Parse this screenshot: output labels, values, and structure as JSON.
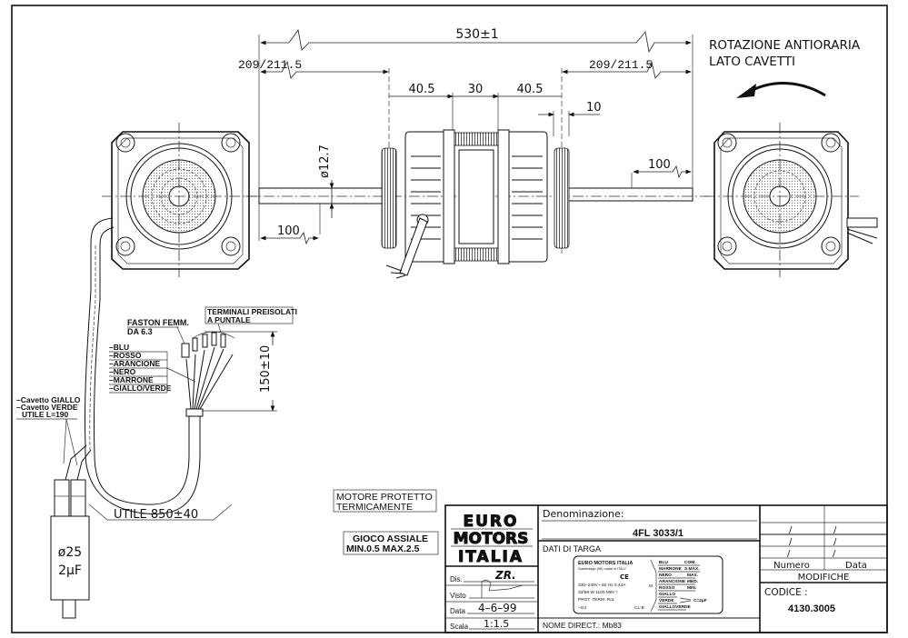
{
  "drawing": {
    "dimensions": {
      "overall_length": "530±1",
      "left_shaft_to_body": "209/211.5",
      "right_shaft_to_body": "209/211.5",
      "body_left_segment": "40.5",
      "body_center_segment": "30",
      "body_right_segment": "40.5",
      "bearing_width": "10",
      "shaft_diameter": "ø12.7",
      "left_flat_length": "100",
      "right_flat_length": "100",
      "lead_length": "150±10",
      "cable_length": "UTILE 850±40"
    },
    "rotation_note": {
      "line1": "ROTAZIONE ANTIORARIA",
      "line2": "LATO CAVETTI"
    },
    "connectors": {
      "faston_line1": "FASTON FEMM.",
      "faston_line2": "DA 6.3",
      "terminals_line1": "TERMINALI PREISOLATI",
      "terminals_line2": "A PUNTALE"
    },
    "wire_colors": [
      "–BLU",
      "–ROSSO",
      "–ARANCIONE",
      "–NERO",
      "–MARRONE",
      "–GIALLO/VERDE"
    ],
    "capacitor_leads": {
      "line1": "–Cavetto GIALLO",
      "line2": "–Cavetto VERDE",
      "line3": "UTILE L=190"
    },
    "capacitor": {
      "diameter": "ø25",
      "capacitance": "2µF"
    },
    "notes": {
      "thermal_line1": "MOTORE PROTETTO",
      "thermal_line2": "TERMICAMENTE",
      "axial_line1": "GIOCO ASSIALE",
      "axial_line2": "MIN.0.5  MAX.2.5"
    }
  },
  "title_block": {
    "logo": {
      "line1": "EURO",
      "line2": "MOTORS",
      "line3": "ITALIA"
    },
    "fields": {
      "dis_label": "Dis.",
      "dis_value": "ZR.",
      "visto_label": "Visto",
      "data_label": "Data",
      "data_value": "4–6–99",
      "scala_label": "Scala",
      "scala_value": "1:1.5"
    },
    "denominazione_label": "Denominazione:",
    "denominazione_value": "4FL 3033/1",
    "dati_targa_label": "DATI DI TARGA",
    "nameplate": {
      "brand": "EURO MOTORS ITALIA",
      "origin": "Gambolago (MI) made in ITALY",
      "ce": "CE",
      "line_voltage": "330–240V~  50 Hz  0.44A",
      "line_power": "33/98 W   1100 MIN⁻¹",
      "line_prot": "PROT. TERM.  Rot.",
      "line_code": "–G4",
      "insulation": "CL:B",
      "m_label": "M",
      "wiring": [
        {
          "wire": "BLU",
          "function": "COM."
        },
        {
          "wire": "MARRONE",
          "function": "S.MAX."
        },
        {
          "wire": "NERO",
          "function": "MAX."
        },
        {
          "wire": "ARANCIONE",
          "function": "MED."
        },
        {
          "wire": "ROSSO",
          "function": "MIN."
        },
        {
          "wire": "GIALLO",
          "function": ""
        },
        {
          "wire": "VERDE",
          "function": "C=2µF"
        },
        {
          "wire": "GIALLOVERDE",
          "function": ""
        }
      ]
    },
    "nome_direct": "NOME DIRECT.:  Mb83",
    "modifiche": {
      "rows": [
        {
          "numero": "/",
          "data": "/"
        },
        {
          "numero": "/",
          "data": "/"
        },
        {
          "numero": "/",
          "data": "/"
        }
      ],
      "numero_label": "Numero",
      "data_label": "Data",
      "title": "MODIFICHE"
    },
    "codice_label": "CODICE  :",
    "codice_value": "4130.3005"
  }
}
